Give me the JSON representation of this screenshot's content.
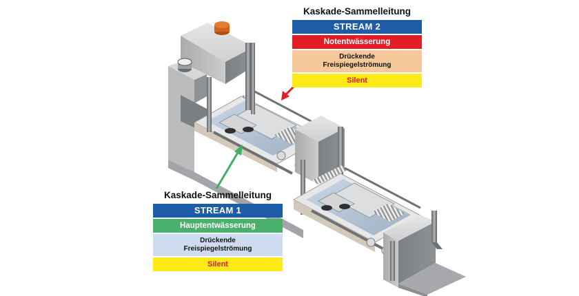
{
  "colors": {
    "stream_blue": "#1d5da8",
    "notentwaesserung_red": "#e21d25",
    "hauptentwaesserung_green": "#4ab06d",
    "flow_beige": "#f7c899",
    "flow_lightblue": "#cfdcef",
    "silent_yellow": "#fdea18",
    "silent_text_red": "#e21d25",
    "arrow_red": "#e21d25",
    "arrow_green": "#3fae66"
  },
  "legend_stream2": {
    "title": "Kaskade-Sammelleitung",
    "stream": "STREAM 2",
    "entwaesserung": "Notentwässerung",
    "flow_line1": "Drückende",
    "flow_line2": "Freispiegelströmung",
    "silent": "Silent"
  },
  "legend_stream1": {
    "title": "Kaskade-Sammelleitung",
    "stream": "STREAM 1",
    "entwaesserung": "Hauptentwässerung",
    "flow_line1": "Drückende",
    "flow_line2": "Freispiegelströmung",
    "silent": "Silent"
  }
}
